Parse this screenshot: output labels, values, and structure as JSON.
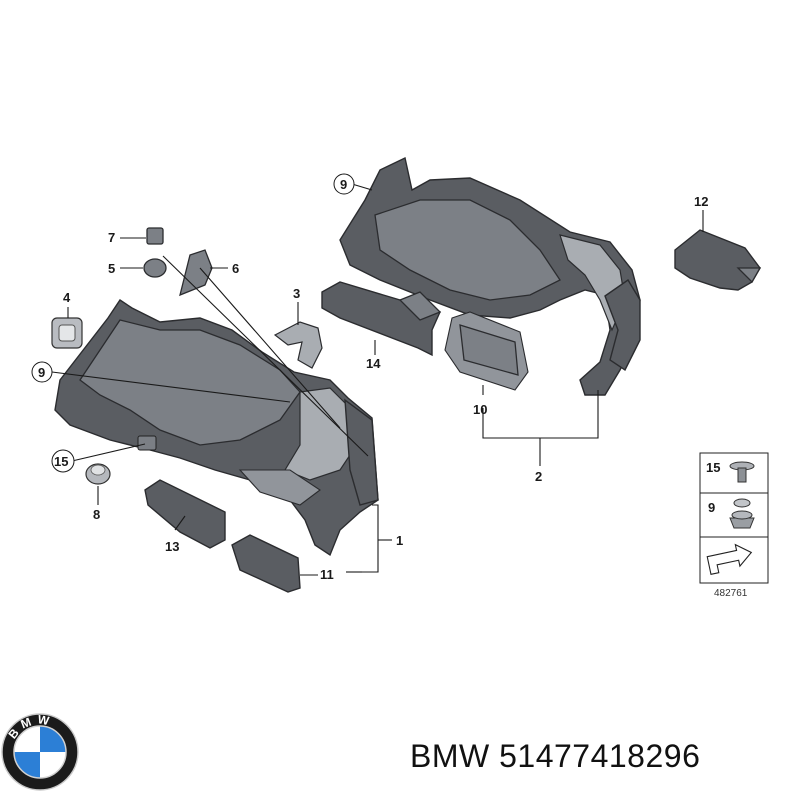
{
  "labels": {
    "l1": "1",
    "l2": "2",
    "l3": "3",
    "l4": "4",
    "l5": "5",
    "l6": "6",
    "l7": "7",
    "l8": "8",
    "l9a": "9",
    "l9b": "9",
    "l10": "10",
    "l11": "11",
    "l12": "12",
    "l13": "13",
    "l14": "14",
    "l15": "15"
  },
  "inset": {
    "label_15": "15",
    "label_9": "9",
    "ref_number": "482761"
  },
  "logo": {
    "letters": "BMW"
  },
  "caption": {
    "brand": "BMW",
    "part_number": "51477418296"
  },
  "colors": {
    "part": "#5a5d62",
    "outline": "#2b2c2f",
    "logo_blue": "#2c7fd6",
    "logo_ring": "#1b1b1b"
  }
}
